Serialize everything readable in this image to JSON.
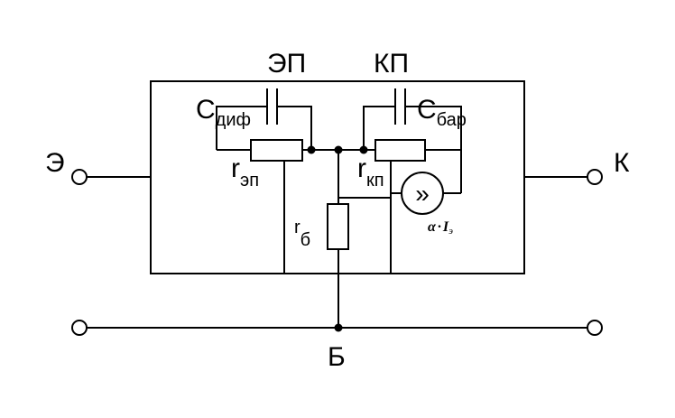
{
  "regions": {
    "emitter_junction": "ЭП",
    "collector_junction": "КП"
  },
  "terminals": {
    "emitter": "Э",
    "collector": "К",
    "base": "Б"
  },
  "components": {
    "c_dif": {
      "main": "C",
      "sub": "диф"
    },
    "r_ep": {
      "main": "r",
      "sub": "эп"
    },
    "c_bar": {
      "main": "C",
      "sub": "бар"
    },
    "r_kp": {
      "main": "r",
      "sub": "кп"
    },
    "r_b": {
      "main": "r",
      "sub": "б"
    },
    "current_source": {
      "alpha": "α",
      "dot": "·",
      "i": "I",
      "i_sub": "э",
      "symbol": "»"
    }
  }
}
